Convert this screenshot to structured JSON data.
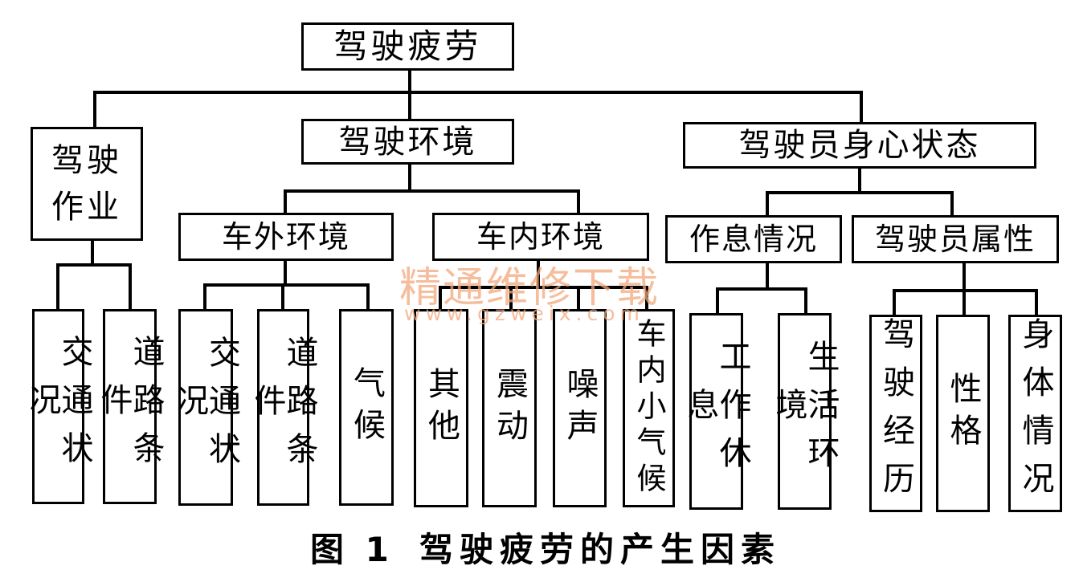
{
  "colors": {
    "line": "#000000",
    "background": "#ffffff",
    "watermark": "#f3a77c"
  },
  "tree": {
    "root": {
      "label": "驾驶疲劳"
    },
    "driving_task": {
      "label": "驾驶作业",
      "leaves": [
        "交通状况",
        "道路条件"
      ]
    },
    "driving_env": {
      "label": "驾驶环境",
      "outside": {
        "label": "车外环境",
        "leaves": [
          "交通状况",
          "道路条件",
          "气候"
        ]
      },
      "inside": {
        "label": "车内环境",
        "leaves": [
          "其他",
          "震动",
          "噪声",
          "车内小气候"
        ]
      }
    },
    "driver_state": {
      "label": "驾驶员身心状态",
      "rest": {
        "label": "作息情况",
        "leaves": [
          "工作休息",
          "生活环境"
        ]
      },
      "attributes": {
        "label": "驾驶员属性",
        "leaves": [
          "驾驶经历",
          "性格",
          "身体情况"
        ]
      }
    }
  },
  "caption": {
    "figure": "图 1",
    "title": "驾驶疲劳的产生因素"
  },
  "watermark": {
    "text": "精通维修下载",
    "url": "www.gzweix.com"
  }
}
